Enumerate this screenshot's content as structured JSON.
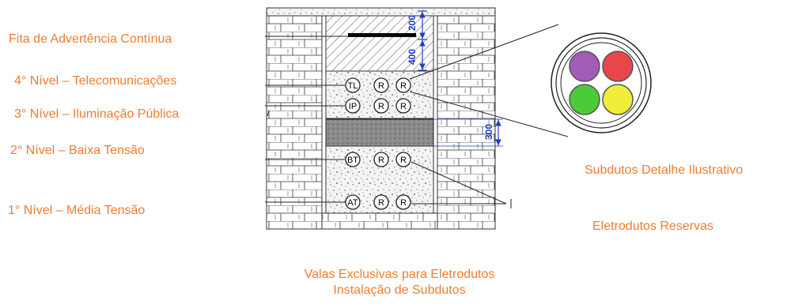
{
  "labels": {
    "tape": "Fita de Advertência Contínua",
    "level4": "4° Nível – Telecomunicações",
    "level3": "3° Nível – Iluminação Pública",
    "level2": "2° Nível – Baixa Tensão",
    "level1": "1° Nível – Média Tensão",
    "subducts": "Subdutos Detalhe Ilustrativo",
    "reserve": "Eletrodutos Reservas"
  },
  "dimensions": {
    "d200": "200",
    "d400": "400",
    "d300": "300"
  },
  "ducts": {
    "row4": [
      "TL",
      "R",
      "R"
    ],
    "row3": [
      "IP",
      "R",
      "R"
    ],
    "row2": [
      "BT",
      "R",
      "R"
    ],
    "row1": [
      "AT",
      "R",
      "R"
    ]
  },
  "caption": {
    "line1": "Valas Exclusivas para Eletrodutos",
    "line2": "Instalação de Subdutos"
  },
  "colors": {
    "label": "#ED7D31",
    "dimension": "#1F3FBF",
    "subduct_purple": "#A25CB5",
    "subduct_red": "#E8474A",
    "subduct_green": "#4CCB3A",
    "subduct_yellow": "#F2EC3A"
  }
}
